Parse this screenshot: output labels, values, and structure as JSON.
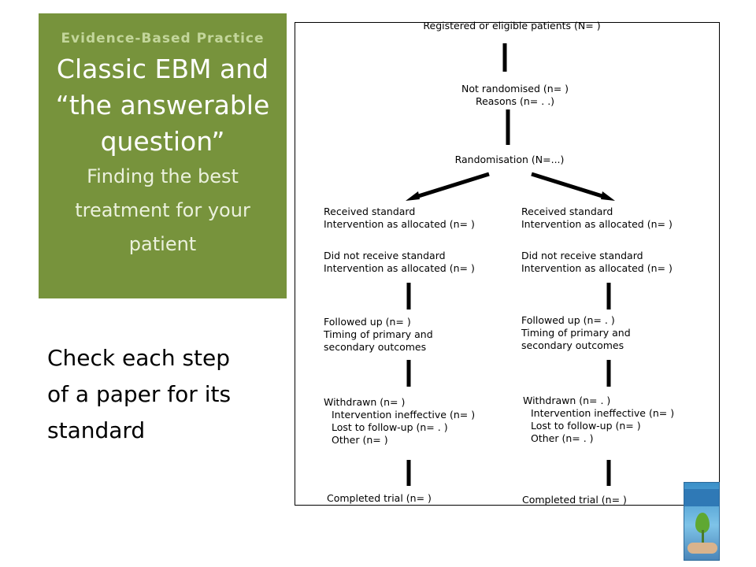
{
  "title_box": {
    "kicker": "Evidence-Based Practice",
    "title_lines": [
      "Classic EBM and",
      "“the answerable",
      "question”"
    ],
    "subtitle_lines": [
      "Finding the best",
      "treatment for your",
      "patient"
    ]
  },
  "body_text_lines": [
    "Check each step",
    "of a paper for its",
    "standard"
  ],
  "flowchart": {
    "registered": "Registered or eligible patients (N=   )",
    "not_randomised": [
      "Not randomised (n=   )",
      "Reasons (n= . .)"
    ],
    "randomisation": "Randomisation (N=...)",
    "left_arm": {
      "received": [
        "Received standard",
        "Intervention as allocated (n=   )"
      ],
      "not_received": [
        "Did not receive standard",
        "Intervention as allocated (n=   )"
      ],
      "followed_up": [
        "Followed up (n=   )",
        "Timing of primary and",
        "secondary outcomes"
      ],
      "withdrawn": [
        "Withdrawn (n=   )",
        "Intervention ineffective (n=   )",
        "Lost to follow-up (n= . )",
        "Other (n=   )"
      ],
      "completed": "Completed trial (n=   )"
    },
    "right_arm": {
      "received": [
        "Received standard",
        "Intervention as allocated (n=   )"
      ],
      "not_received": [
        "Did not receive standard",
        "Intervention as allocated (n=   )"
      ],
      "followed_up": [
        "Followed up (n= . )",
        "Timing of primary and",
        "secondary outcomes"
      ],
      "withdrawn": [
        "Withdrawn (n= . )",
        "Intervention ineffective (n=   )",
        "Lost to follow-up (n=   )",
        "Other (n= . )"
      ],
      "completed": "Completed trial (n=   )"
    }
  },
  "book_cover": {
    "icon": "textbook-cover-icon",
    "colors": {
      "top": "#3a8fc8",
      "leaf": "#5fa832"
    }
  },
  "colors": {
    "title_bg": "#77933c",
    "kicker": "#c3d69b"
  }
}
